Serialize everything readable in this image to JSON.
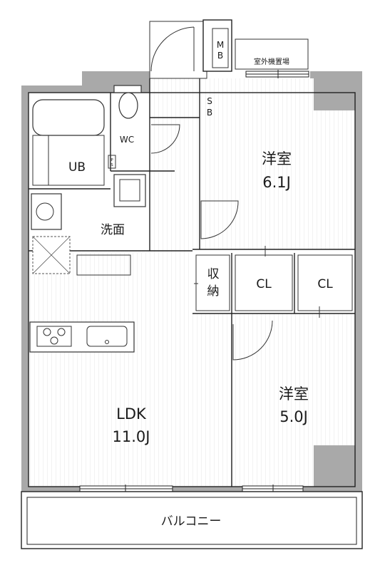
{
  "floor_plan": {
    "rooms": {
      "western_room_top": {
        "name": "洋室",
        "size": "6.1J"
      },
      "western_room_bottom": {
        "name": "洋室",
        "size": "5.0J"
      },
      "ldk": {
        "name": "LDK",
        "size": "11.0J"
      },
      "unit_bath": {
        "name": "UB"
      },
      "toilet": {
        "name": "WC"
      },
      "washroom": {
        "name": "洗面"
      },
      "closet_left": {
        "name": "CL"
      },
      "closet_right": {
        "name": "CL"
      },
      "storage": {
        "name_line1": "収",
        "name_line2": "納"
      },
      "meter_box": {
        "line1": "M",
        "line2": "B"
      },
      "shoe_box": {
        "line1": "S",
        "line2": "B"
      },
      "outdoor_unit": {
        "name": "室外機置場"
      },
      "balcony": {
        "name": "バルコニー"
      },
      "pipe_space": {
        "line1": "P",
        "line2": "S"
      }
    }
  }
}
